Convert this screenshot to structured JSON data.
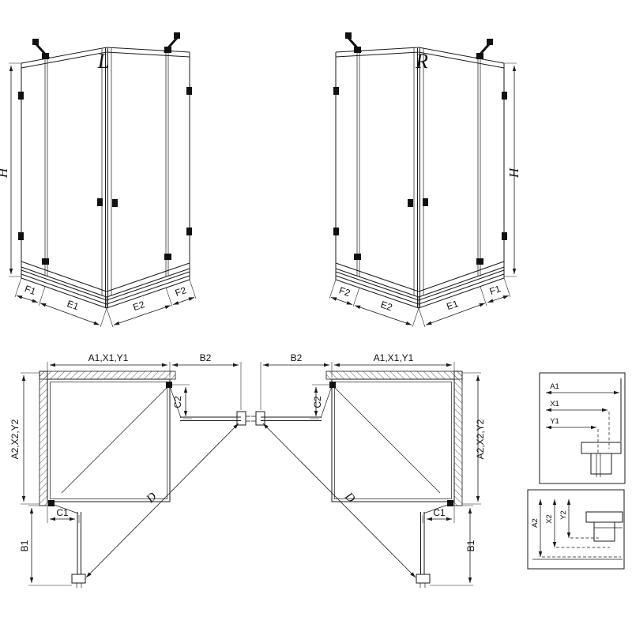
{
  "iso_views": {
    "left": {
      "title": "L",
      "height": "H",
      "segments_left": [
        "F1",
        "E1"
      ],
      "segments_right": [
        "E2",
        "F2"
      ]
    },
    "right": {
      "title": "R",
      "height": "H",
      "segments_left": [
        "F2",
        "E2"
      ],
      "segments_right": [
        "E1",
        "F1"
      ]
    }
  },
  "plan_views": {
    "left": {
      "width_top": "A1,X1,Y1",
      "door_top": "B2",
      "fixed_top": "C2",
      "height_left": "A2,X2,Y2",
      "fixed_bottom": "C1",
      "door_bottom": "B1",
      "diagonal": "D"
    },
    "right": {
      "width_top": "A1,X1,Y1",
      "door_top": "B2",
      "fixed_top": "C2",
      "height_left": "A2,X2,Y2",
      "fixed_bottom": "C1",
      "door_bottom": "B1",
      "diagonal": "D"
    }
  },
  "details": {
    "horizontal": {
      "labels": [
        "A1",
        "X1",
        "Y1"
      ]
    },
    "vertical": {
      "labels": [
        "A2",
        "X2",
        "Y2"
      ]
    }
  }
}
